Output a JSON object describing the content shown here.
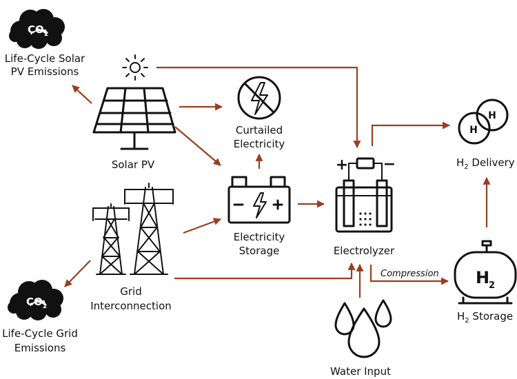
{
  "labels": {
    "solar_emissions_line1": "Life-Cycle Solar",
    "solar_emissions_line2": "PV Emissions",
    "solar_pv": "Solar PV",
    "curtailed_line1": "Curtailed",
    "curtailed_line2": "Electricity",
    "storage_line1": "Electricity",
    "storage_line2": "Storage",
    "grid_line1": "Grid",
    "grid_line2": "Interconnection",
    "grid_emissions_line1": "Life-Cycle Grid",
    "grid_emissions_line2": "Emissions",
    "electrolyzer": "Electrolyzer",
    "water_input": "Water Input",
    "compression": "Compression",
    "h2_delivery_prefix": "H",
    "h2_delivery_sub": "2",
    "h2_delivery_suffix": " Delivery",
    "h2_storage_prefix": "H",
    "h2_storage_sub": "2",
    "h2_storage_suffix": " Storage"
  },
  "icons": {
    "co2_text": "CO",
    "co2_sub": "2",
    "tank_text": "H",
    "tank_sub": "2",
    "molecule_atom": "H",
    "plus": "+",
    "minus": "−"
  },
  "colors": {
    "flow": "#9b3d1f",
    "icon": "#111111"
  }
}
